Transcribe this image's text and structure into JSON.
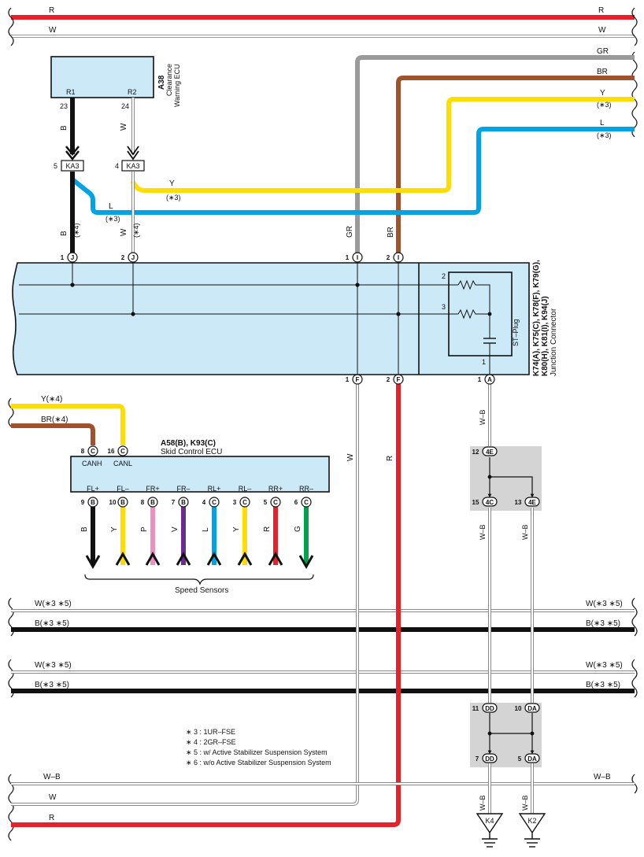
{
  "colors": {
    "R": "#e8202a",
    "W": "#ffffff",
    "B": "#111111",
    "Y": "#ffdd00",
    "L": "#00a4e4",
    "GR": "#9a9a9a",
    "BR": "#a0522d",
    "P": "#ee8fbf",
    "V": "#6a2c8f",
    "G": "#00a14b",
    "ecu_fill": "#cce9f8",
    "gray_block": "#d4d4d4"
  },
  "top_wires": {
    "r": "R",
    "w": "W",
    "gr": "GR",
    "br": "BR",
    "y": "Y",
    "y_note": "(∗3)",
    "l": "L",
    "l_note": "(∗3)"
  },
  "clearance_ecu": {
    "code": "A38",
    "name_line1": "Clearance",
    "name_line2": "Warning ECU",
    "pin_r1_name": "R1",
    "pin_r2_name": "R2",
    "pin_r1_no": "23",
    "pin_r2_no": "24",
    "wire_b": "B",
    "wire_w": "W"
  },
  "ka3": {
    "label": "KA3",
    "pin_left": "5",
    "pin_right": "4",
    "y_label": "Y",
    "y_note": "(∗3)",
    "l_label": "L",
    "l_note": "(∗3)",
    "b_label": "B",
    "b_note": "(∗4)",
    "w_label": "W",
    "w_note": "(∗4)",
    "gr_label": "GR",
    "br_label": "BR"
  },
  "junction_connector": {
    "codes_line1": "K74(A), K75(C), K78(F), K79(G),",
    "codes_line2": "K80(H), K81(I), K94(J)",
    "name": "Junction Connector",
    "st_plug": "ST–Plug",
    "st_pin_2": "2",
    "st_pin_3": "3",
    "st_pin_1": "1",
    "top_pins": [
      {
        "no": "1",
        "conn": "J"
      },
      {
        "no": "2",
        "conn": "J"
      },
      {
        "no": "1",
        "conn": "I"
      },
      {
        "no": "2",
        "conn": "I"
      }
    ],
    "bottom_pins": [
      {
        "no": "1",
        "conn": "F"
      },
      {
        "no": "2",
        "conn": "F"
      },
      {
        "no": "1",
        "conn": "A"
      }
    ],
    "bottom_w": "W",
    "bottom_r": "R",
    "bottom_wb": "W–B"
  },
  "skid_ecu": {
    "code": "A58(B), K93(C)",
    "name": "Skid Control ECU",
    "in_y": "Y(∗4)",
    "in_br": "BR(∗4)",
    "canh": {
      "no": "8",
      "conn": "C",
      "name": "CANH"
    },
    "canl": {
      "no": "16",
      "conn": "C",
      "name": "CANL"
    },
    "sensor_pins": [
      {
        "name": "FL+",
        "no": "9",
        "conn": "B",
        "wire": "B",
        "color": "#111111",
        "arrow": "down"
      },
      {
        "name": "FL–",
        "no": "10",
        "conn": "B",
        "wire": "Y",
        "color": "#ffdd00",
        "arrow": "up"
      },
      {
        "name": "FR+",
        "no": "8",
        "conn": "B",
        "wire": "P",
        "color": "#ee8fbf",
        "arrow": "up"
      },
      {
        "name": "FR–",
        "no": "7",
        "conn": "B",
        "wire": "V",
        "color": "#6a2c8f",
        "arrow": "up"
      },
      {
        "name": "RL+",
        "no": "4",
        "conn": "C",
        "wire": "L",
        "color": "#00a4e4",
        "arrow": "up"
      },
      {
        "name": "RL–",
        "no": "3",
        "conn": "C",
        "wire": "Y",
        "color": "#ffdd00",
        "arrow": "up"
      },
      {
        "name": "RR+",
        "no": "5",
        "conn": "C",
        "wire": "R",
        "color": "#e8202a",
        "arrow": "up"
      },
      {
        "name": "RR–",
        "no": "6",
        "conn": "C",
        "wire": "G",
        "color": "#00a14b",
        "arrow": "down"
      }
    ],
    "speed_sensors": "Speed Sensors"
  },
  "conn_4e": {
    "top": {
      "no": "12",
      "conn": "4E"
    },
    "bl": {
      "no": "15",
      "conn": "4C"
    },
    "br": {
      "no": "13",
      "conn": "4E"
    },
    "wb1": "W–B",
    "wb2": "W–B"
  },
  "conn_dd": {
    "tl": {
      "no": "11",
      "conn": "DD"
    },
    "tr": {
      "no": "10",
      "conn": "DA"
    },
    "bl": {
      "no": "7",
      "conn": "DD"
    },
    "br": {
      "no": "5",
      "conn": "DA"
    },
    "wb1": "W–B",
    "wb2": "W–B"
  },
  "grounds": {
    "g1": "K4",
    "g2": "K2"
  },
  "pass_wires": [
    {
      "label": "W(∗3 ∗5)",
      "color": "W"
    },
    {
      "label": "B(∗3 ∗5)",
      "color": "B"
    },
    {
      "label": "W(∗3 ∗5)",
      "color": "W"
    },
    {
      "label": "B(∗3 ∗5)",
      "color": "B"
    }
  ],
  "bottom_wires": {
    "wb": "W–B",
    "w": "W",
    "r": "R"
  },
  "notes": [
    "∗ 3 : 1UR–FSE",
    "∗ 4 : 2GR–FSE",
    "∗ 5 : w/ Active Stabilizer Suspension System",
    "∗ 6 : w/o Active Stabilizer Suspension System"
  ]
}
